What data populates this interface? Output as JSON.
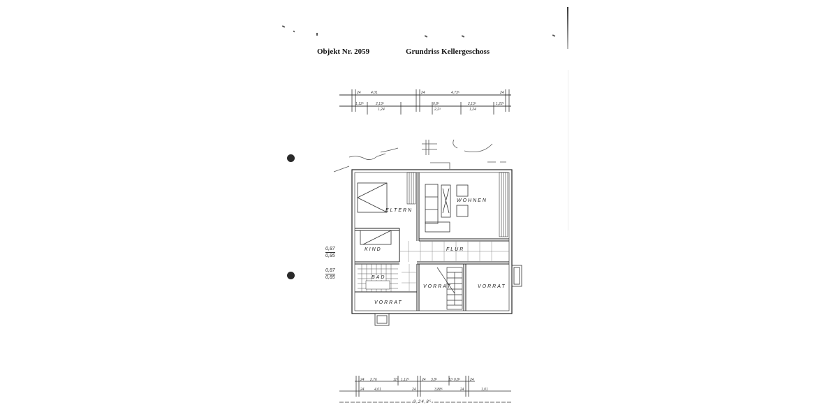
{
  "header": {
    "object_label": "Objekt Nr. 2059",
    "plan_title": "Grundriss Kellergeschoss"
  },
  "rooms": [
    {
      "id": "eltern",
      "label": "ELTERN"
    },
    {
      "id": "wohnen",
      "label": "WOHNEN"
    },
    {
      "id": "kind",
      "label": "KIND"
    },
    {
      "id": "flur",
      "label": "FLUR"
    },
    {
      "id": "bad",
      "label": "BAD"
    },
    {
      "id": "vorrat-left",
      "label": "VORRAT"
    },
    {
      "id": "vorrat-center",
      "label": "VORRAT"
    },
    {
      "id": "vorrat-right",
      "label": "VORRAT"
    }
  ],
  "side_notes": [
    {
      "numerator": "0,87",
      "denominator": "0,85"
    },
    {
      "numerator": "0,87",
      "denominator": "0,85"
    }
  ],
  "dimensions": {
    "top_row_1": [
      "24",
      "4,01",
      "24",
      "4,73⁵",
      "24"
    ],
    "top_row_2": [
      "1,12⁵",
      "2,13⁵",
      "1,24",
      "0,8⁵",
      "2,2³",
      "2,13⁵",
      "1,24",
      "1,22⁵"
    ],
    "bottom_row_1": [
      "24",
      "2,76",
      "11⁵",
      "1,12⁵",
      "24",
      "3,8⁵",
      "11⁵",
      "0,8⁵",
      "24"
    ],
    "bottom_row_2": [
      "24",
      "4,01",
      "24",
      "3,88⁵",
      "24",
      "1,01"
    ],
    "bottom_total": "9,24,8⁵"
  },
  "colors": {
    "ink": "#222222",
    "paper": "#ffffff",
    "hole": "#2a2a2a"
  }
}
